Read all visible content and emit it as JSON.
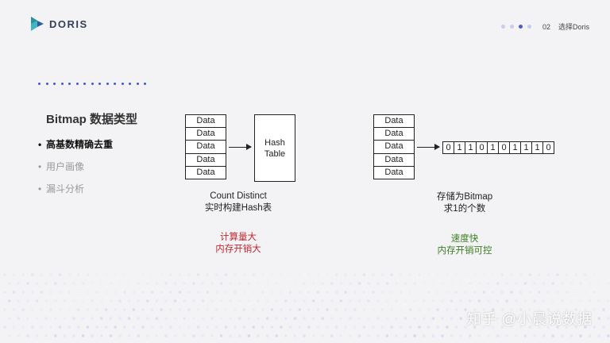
{
  "brand": {
    "name": "DORIS",
    "colors": [
      "#2f8f9d",
      "#3fb6c4",
      "#2d5f9a"
    ]
  },
  "nav": {
    "dots": [
      false,
      false,
      true,
      false
    ],
    "page_number": "02",
    "label": "选择Doris"
  },
  "sidebar": {
    "title": "Bitmap 数据类型",
    "items": [
      {
        "label": "高基数精确去重",
        "active": true
      },
      {
        "label": "用户画像",
        "active": false
      },
      {
        "label": "漏斗分析",
        "active": false
      }
    ]
  },
  "left_diagram": {
    "data_cells": [
      "Data",
      "Data",
      "Data",
      "Data",
      "Data"
    ],
    "hash_table": {
      "line1": "Hash",
      "line2": "Table"
    },
    "caption": {
      "line1": "Count Distinct",
      "line2": "实时构建Hash表"
    },
    "cost": {
      "line1": "计算量大",
      "line2": "内存开销大",
      "color": "#c0262d"
    }
  },
  "right_diagram": {
    "data_cells": [
      "Data",
      "Data",
      "Data",
      "Data",
      "Data"
    ],
    "bits": [
      "0",
      "1",
      "1",
      "0",
      "1",
      "0",
      "1",
      "1",
      "1",
      "0"
    ],
    "caption": {
      "line1": "存储为Bitmap",
      "line2": "求1的个数"
    },
    "benefit": {
      "line1": "速度快",
      "line2": "内存开销可控",
      "color": "#3a7d22"
    }
  },
  "watermark": "知乎 @小晨说数据",
  "accent_color": "#4a5bd0"
}
